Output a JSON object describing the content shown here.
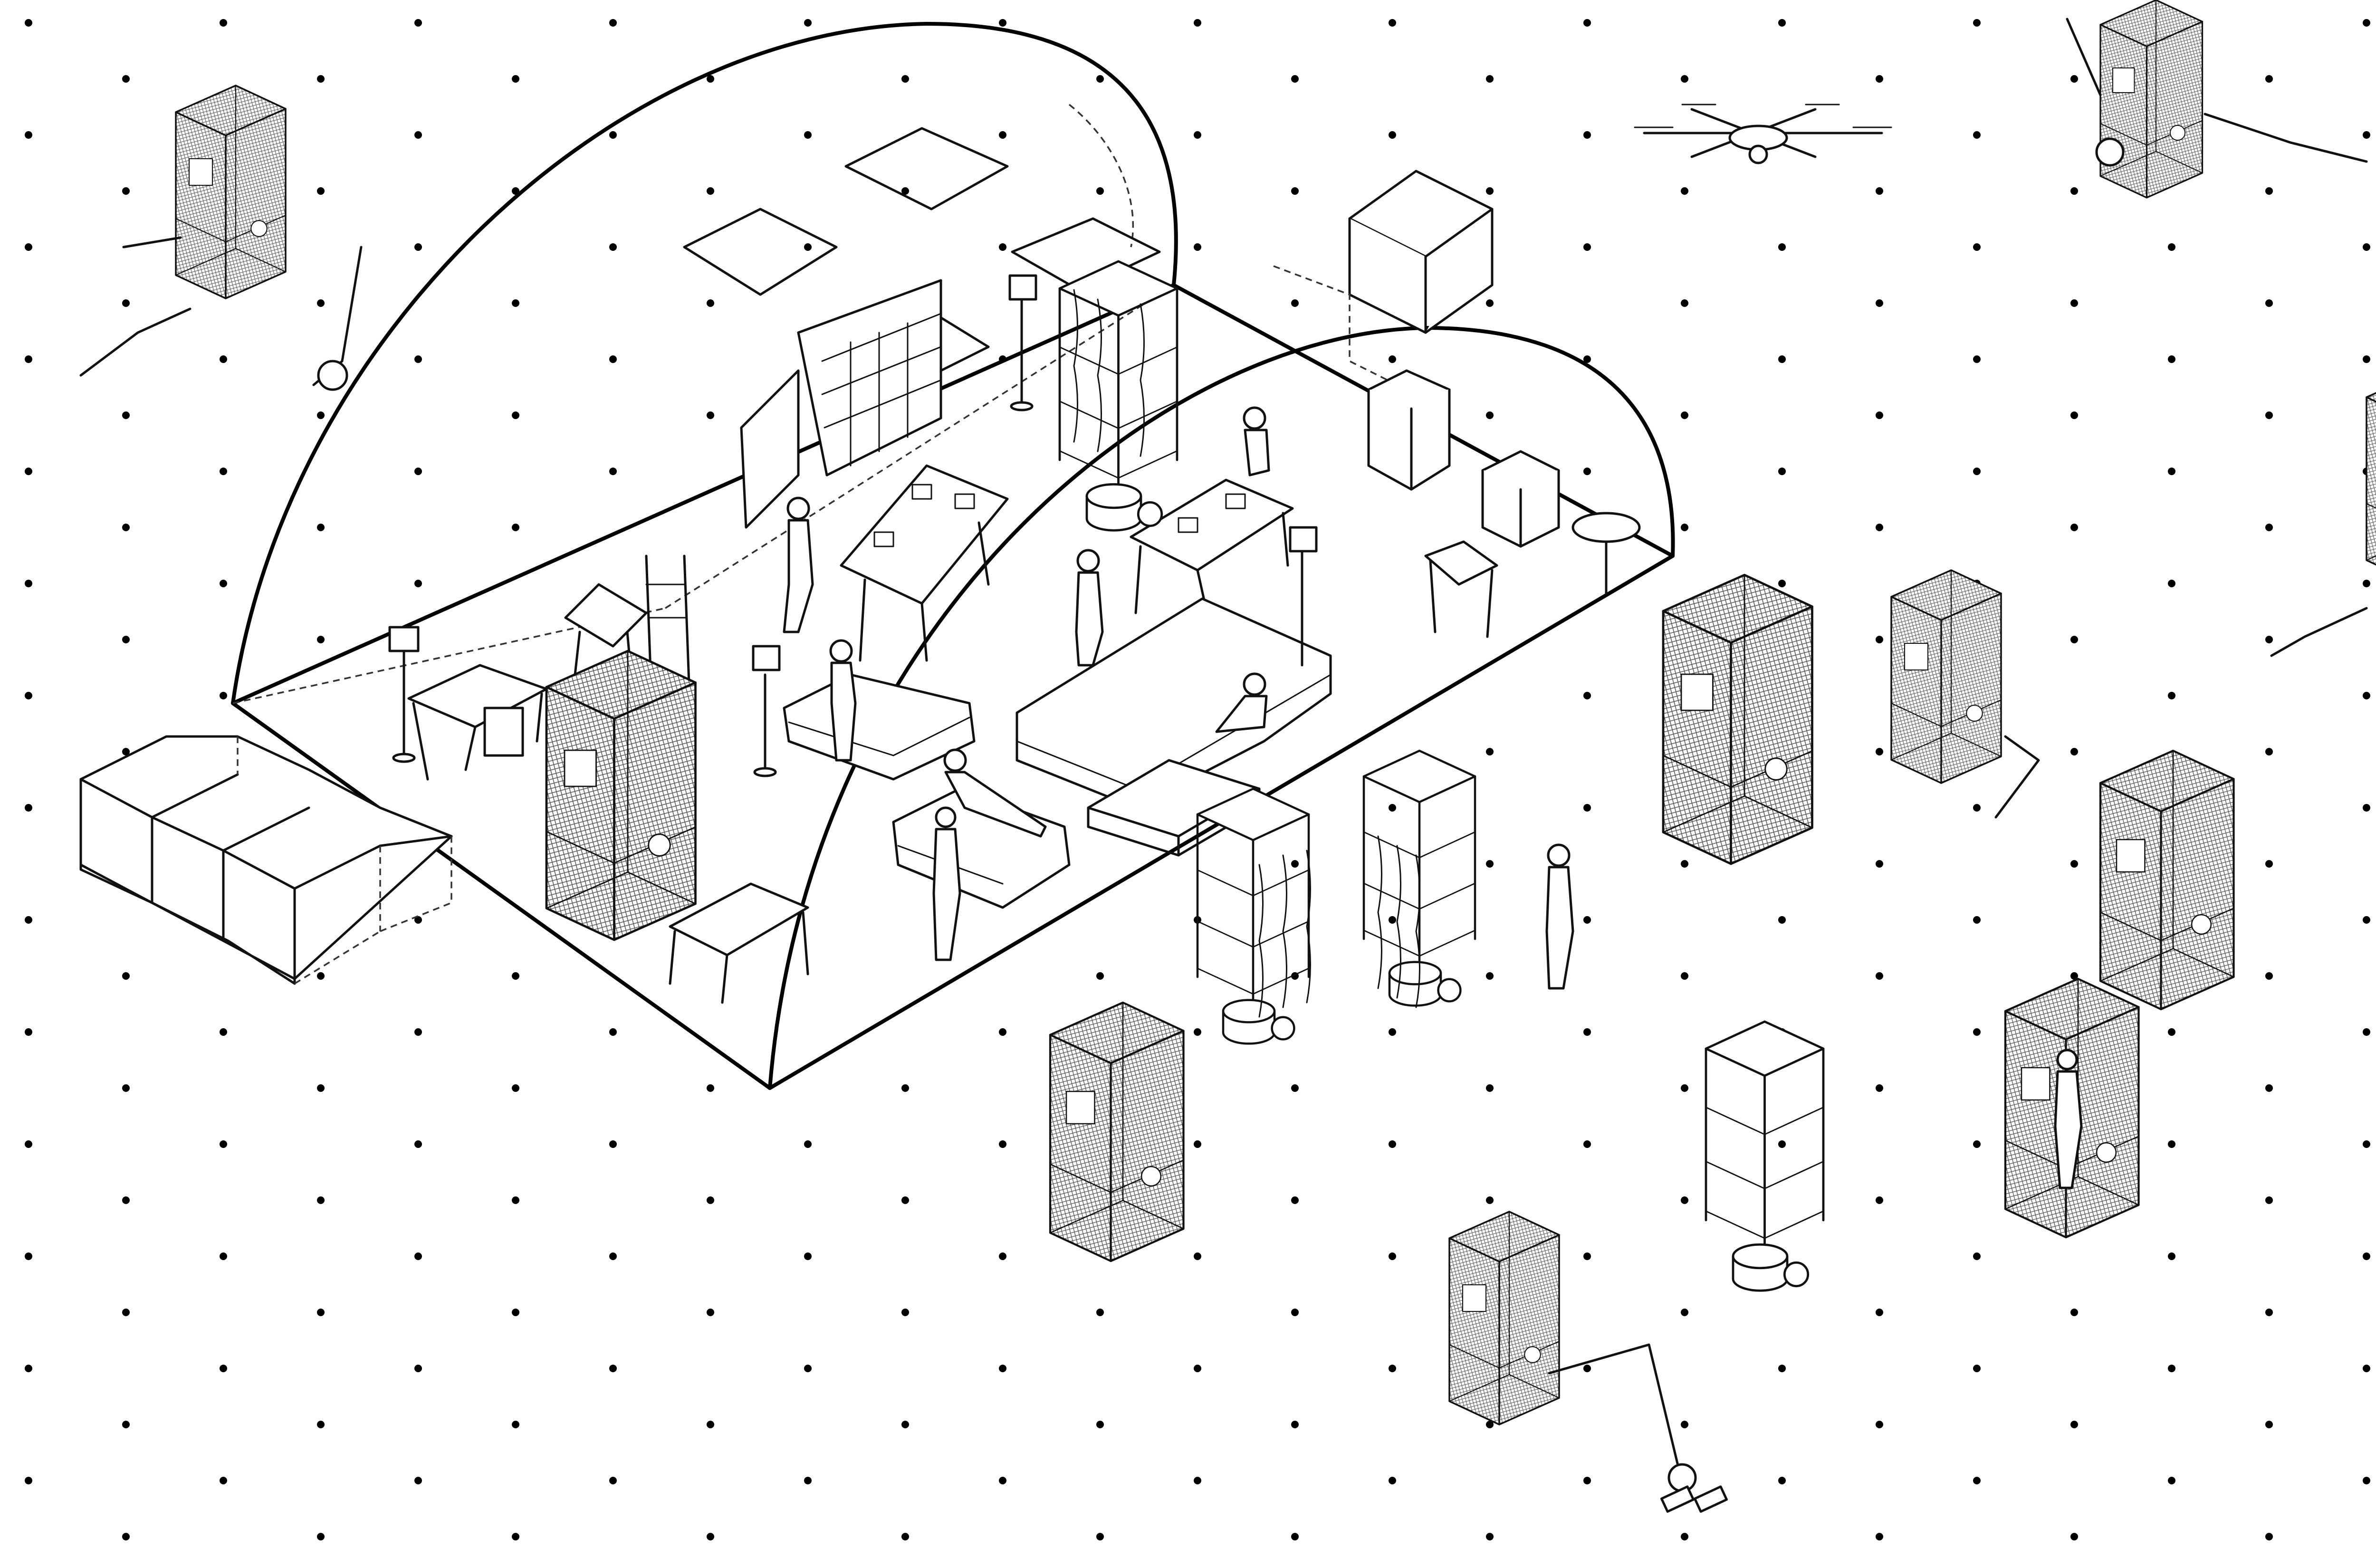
{
  "image": {
    "style": "isometric line drawing",
    "background_color": "#ffffff",
    "line_color": "#111111"
  },
  "elements": [
    {
      "name": "vaulted-shelter",
      "icon": "vault-outline"
    },
    {
      "name": "modular-box-stack",
      "icon": "cube-stack"
    },
    {
      "name": "mesh-cage-pod",
      "icon": "cage"
    },
    {
      "name": "roaming-pod-with-arm",
      "icon": "robot-arm-pod"
    },
    {
      "name": "drone",
      "icon": "quadcopter"
    },
    {
      "name": "shelving-cart",
      "icon": "wheeled-shelf"
    },
    {
      "name": "curtain-wardrobe-cart",
      "icon": "wheeled-wardrobe"
    },
    {
      "name": "furniture",
      "icon": "tables-sofas-lamps"
    },
    {
      "name": "people",
      "icon": "figures"
    }
  ]
}
